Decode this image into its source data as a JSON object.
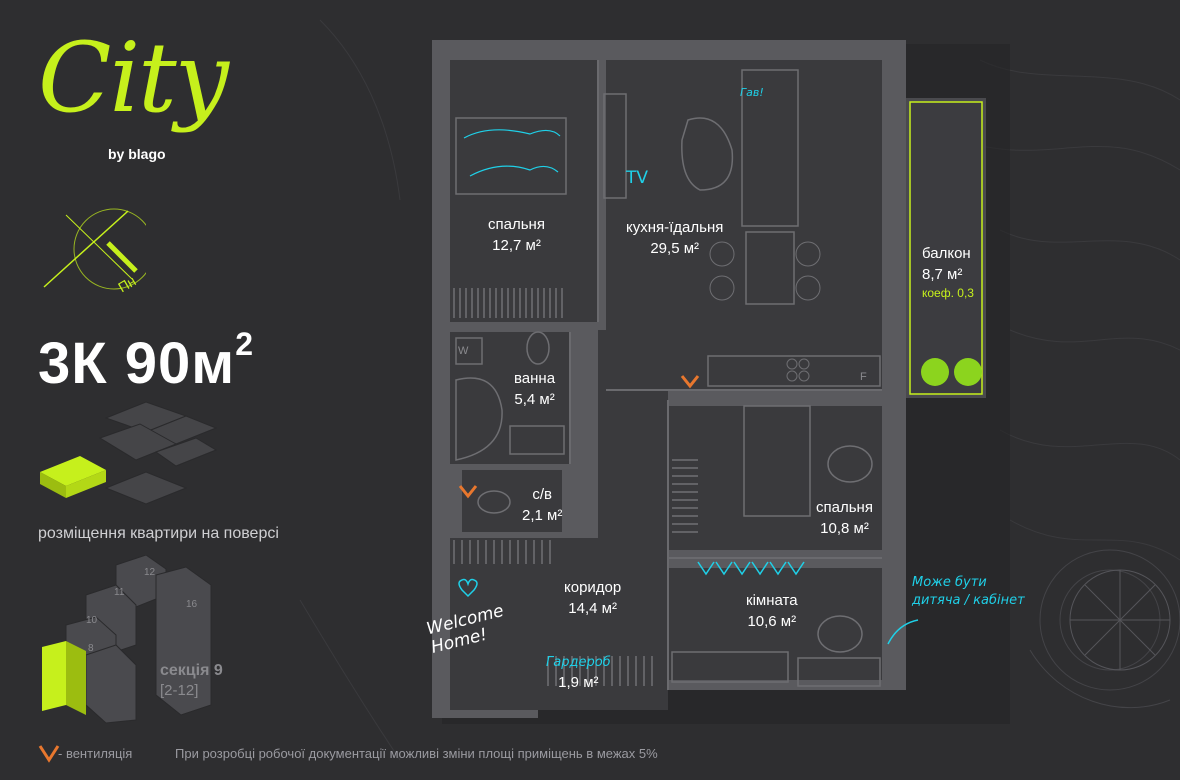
{
  "brand": {
    "name": "City",
    "sub": "by blago",
    "accent": "#c6f01c"
  },
  "compass": {
    "label": "Пн"
  },
  "apartment": {
    "type": "3К 90м",
    "exp": "2"
  },
  "floor_caption": "розміщення квартири на поверсі",
  "section": {
    "label": "секція 9",
    "floors": "[2-12]",
    "block_numbers": [
      "8",
      "10",
      "11",
      "12",
      "16"
    ]
  },
  "rooms": {
    "bedroom1": {
      "name": "спальня",
      "area": "12,7 м²"
    },
    "kitchen": {
      "name": "кухня-їдальня",
      "area": "29,5 м²"
    },
    "balcony": {
      "name": "балкон",
      "area": "8,7 м²",
      "coef": "коеф. 0,3"
    },
    "bath": {
      "name": "ванна",
      "area": "5,4 м²"
    },
    "wc": {
      "name": "с/в",
      "area": "2,1 м²"
    },
    "bedroom2": {
      "name": "спальня",
      "area": "10,8 м²"
    },
    "corridor": {
      "name": "коридор",
      "area": "14,4 м²"
    },
    "room": {
      "name": "кімната",
      "area": "10,6 м²"
    },
    "wardrobe": {
      "name": "Гардероб",
      "area": "1,9 м²"
    }
  },
  "annotations": {
    "tv": "TV",
    "dog": "Гав!",
    "welcome": "Welcome Home!",
    "note": "Може бути дитяча / кабінет",
    "washer": "W",
    "fridge": "F"
  },
  "legend": {
    "vent": "- вентиляція"
  },
  "disclaimer": "При розробці робочої документації можливі зміни площі приміщень в межах 5%"
}
